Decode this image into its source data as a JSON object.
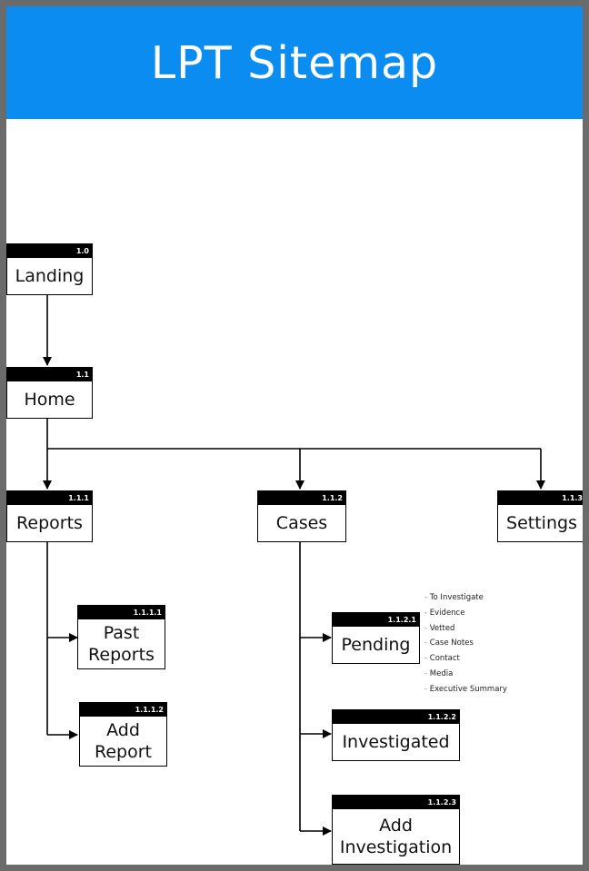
{
  "title": "LPT Sitemap",
  "nodes": [
    {
      "id": "1.0",
      "label": "Landing"
    },
    {
      "id": "1.1",
      "label": "Home"
    },
    {
      "id": "1.1.1",
      "label": "Reports"
    },
    {
      "id": "1.1.2",
      "label": "Cases"
    },
    {
      "id": "1.1.3",
      "label": "Settings"
    },
    {
      "id": "1.1.1.1",
      "label": "Past Reports"
    },
    {
      "id": "1.1.1.2",
      "label": "Add Report"
    },
    {
      "id": "1.1.2.1",
      "label": "Pending"
    },
    {
      "id": "1.1.2.2",
      "label": "Investigated"
    },
    {
      "id": "1.1.2.3",
      "label": "Add Investigation"
    }
  ],
  "pending_subitems": [
    "To Investigate",
    "Evidence",
    "Vetted",
    "Case Notes",
    "Contact",
    "Media",
    "Executive Summary"
  ],
  "colors": {
    "header": "#0a8cf0",
    "frame": "#6b6b6b",
    "tag": "#000000"
  }
}
